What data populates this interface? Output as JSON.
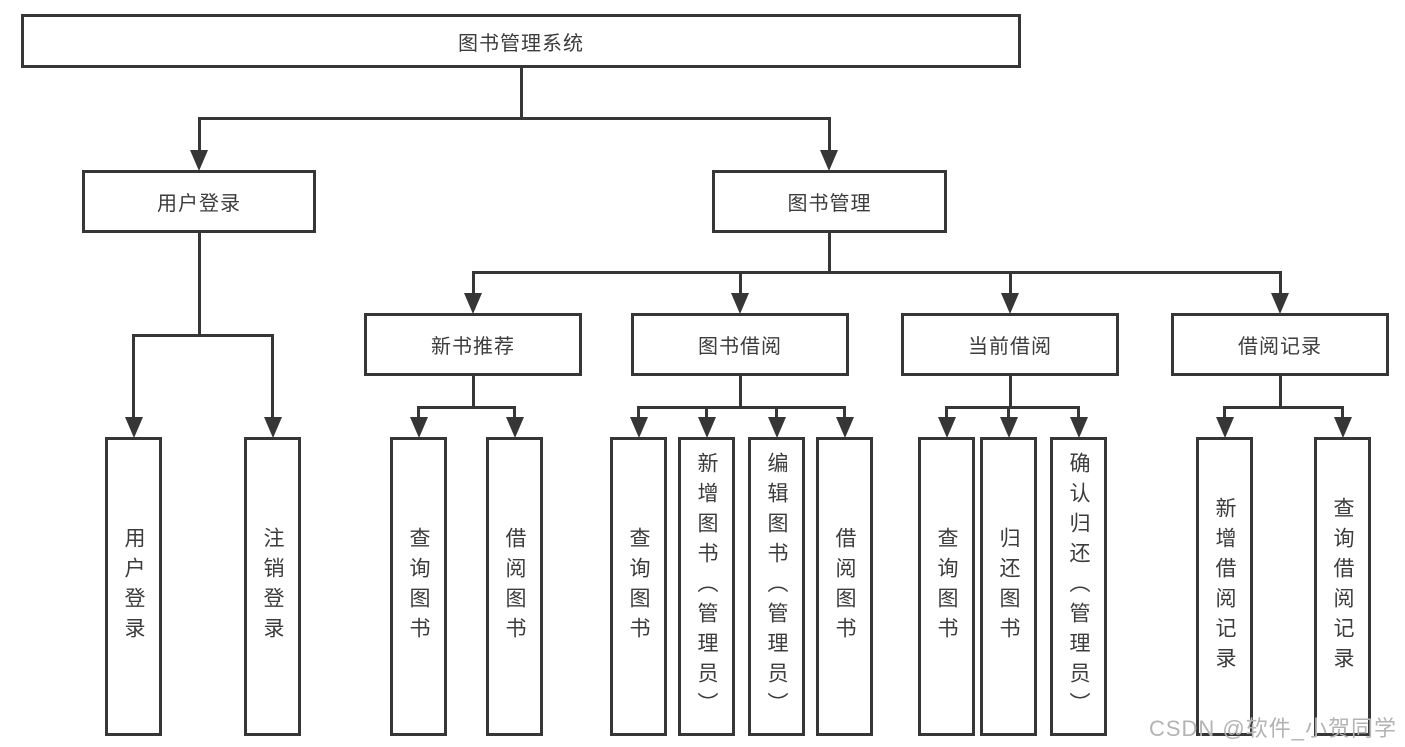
{
  "diagram": {
    "root": {
      "label": "图书管理系统"
    },
    "branches": [
      {
        "label": "用户登录",
        "children": [
          "用户登录",
          "注销登录"
        ]
      },
      {
        "label": "图书管理",
        "children": [
          {
            "label": "新书推荐",
            "children": [
              "查询图书",
              "借阅图书"
            ]
          },
          {
            "label": "图书借阅",
            "children": [
              "查询图书",
              "新增图书（管理员）",
              "编辑图书（管理员）",
              "借阅图书"
            ]
          },
          {
            "label": "当前借阅",
            "children": [
              "查询图书",
              "归还图书",
              "确认归还（管理员）"
            ]
          },
          {
            "label": "借阅记录",
            "children": [
              "新增借阅记录",
              "查询借阅记录"
            ]
          }
        ]
      }
    ]
  },
  "watermark": {
    "text": "CSDN @软件_小贺同学"
  },
  "colors": {
    "line": "#363636",
    "box_border": "#363636",
    "text": "#3c3c3c",
    "watermark": "#b3b3b3",
    "background": "#ffffff"
  }
}
